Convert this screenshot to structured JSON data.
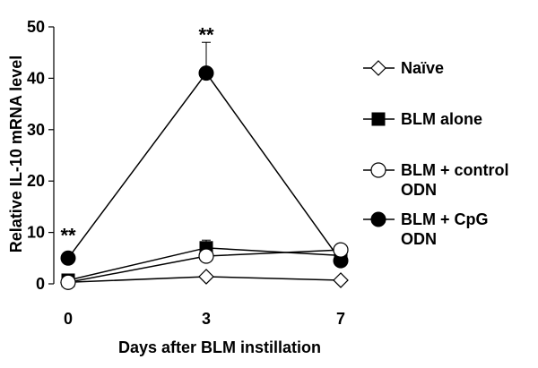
{
  "chart_data": {
    "type": "line",
    "xlabel": "Days after BLM instillation",
    "ylabel": "Relative IL-10 mRNA level",
    "x": [
      0,
      3,
      7
    ],
    "x_tick_labels": [
      "0",
      "3",
      "7"
    ],
    "ylim": [
      0,
      50
    ],
    "y_ticks": [
      0,
      10,
      20,
      30,
      40,
      50
    ],
    "series": [
      {
        "name": "Naïve",
        "marker": "diamond-open",
        "values": [
          0.3,
          1.4,
          0.7
        ],
        "errors": [
          0.2,
          0.3,
          0.2
        ]
      },
      {
        "name": "BLM alone",
        "marker": "square-filled",
        "values": [
          0.7,
          7.0,
          5.5
        ],
        "errors": [
          0.3,
          1.5,
          0.8
        ]
      },
      {
        "name": "BLM + control ODN",
        "marker": "circle-open",
        "values": [
          0.3,
          5.4,
          6.6
        ],
        "errors": [
          0.2,
          1.0,
          0.8
        ]
      },
      {
        "name": "BLM + CpG ODN",
        "marker": "circle-filled",
        "values": [
          5.0,
          41.0,
          4.5
        ],
        "errors": [
          0.5,
          6.0,
          0.6
        ]
      }
    ],
    "legend_position": "right",
    "annotations": [
      {
        "text": "**",
        "x": 0,
        "y": 5.0
      },
      {
        "text": "**",
        "x": 3,
        "y": 41.0
      }
    ],
    "grid": false
  }
}
